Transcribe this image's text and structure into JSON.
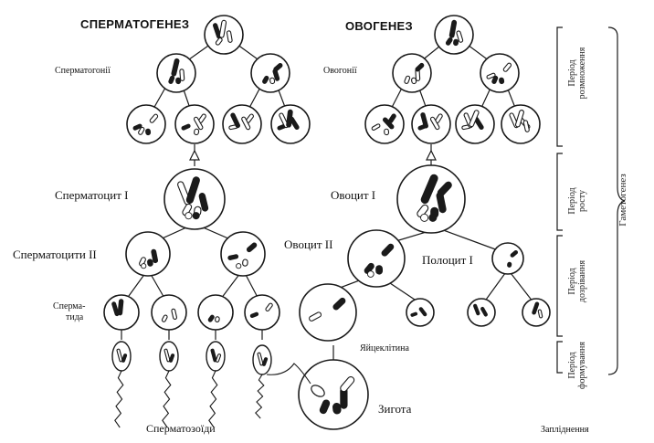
{
  "spermatogenesis": {
    "title": "СПЕРМАТОГЕНЕЗ",
    "spermatogonia": "Сперматогонії",
    "spermatocyte_1": "Сперматоцит I",
    "spermatocytes_2": "Сперматоцити II",
    "spermatids_line1": "Спермa-",
    "spermatids_line2": "тида",
    "spermatozoa": "Сперматозоїди"
  },
  "oogenesis": {
    "title": "ОВОГЕНЕЗ",
    "oogonia": "Овогонії",
    "oocyte_1": "Овоцит I",
    "oocyte_2": "Овоцит II",
    "polocyte_1": "Полоцит I",
    "egg_cell": "Яйцеклітина",
    "zygote": "Зигота"
  },
  "periods": {
    "reproduction": [
      "Період",
      "розмноження"
    ],
    "growth": [
      "Період",
      "росту"
    ],
    "maturation": [
      "Період",
      "дозрівання"
    ],
    "formation": [
      "Період",
      "формування"
    ]
  },
  "gametogenesis": "Гаметогенез",
  "fertilization": "Запліднення",
  "colors": {
    "ink": "#1a1a1a",
    "background": "#ffffff"
  }
}
